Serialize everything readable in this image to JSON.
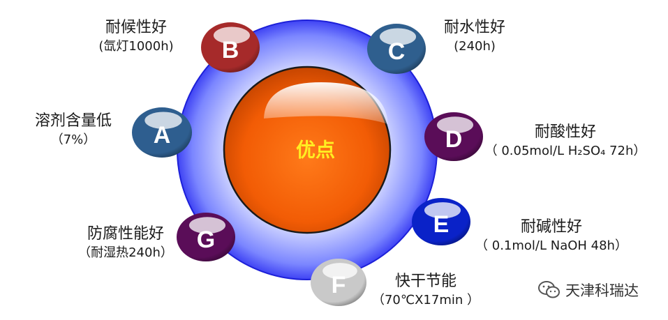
{
  "center": {
    "label": "优点"
  },
  "nodes": [
    {
      "letter": "A",
      "title": "溶剂含量低",
      "detail": "（7%）",
      "color": "#2e5e8f"
    },
    {
      "letter": "B",
      "title": "耐候性好",
      "detail": "(氙灯1000h)",
      "color": "#a62a2a"
    },
    {
      "letter": "C",
      "title": "耐水性好",
      "detail": "(240h)",
      "color": "#2f5f8e"
    },
    {
      "letter": "D",
      "title": "耐酸性好",
      "detail": "（ 0.05mol/L H₂SO₄ 72h）",
      "color": "#5a0d58"
    },
    {
      "letter": "E",
      "title": "耐碱性好",
      "detail": "（ 0.1mol/L NaOH 48h）",
      "color": "#0a22c8"
    },
    {
      "letter": "F",
      "title": "快干节能",
      "detail": "（70℃X17min ）",
      "color": "#c9c9c9"
    },
    {
      "letter": "G",
      "title": "防腐性能好",
      "detail": "（耐湿热240h）",
      "color": "#5a0d58"
    }
  ],
  "watermark": {
    "text": "天津科瑞达",
    "icon": "wechat-icon"
  }
}
